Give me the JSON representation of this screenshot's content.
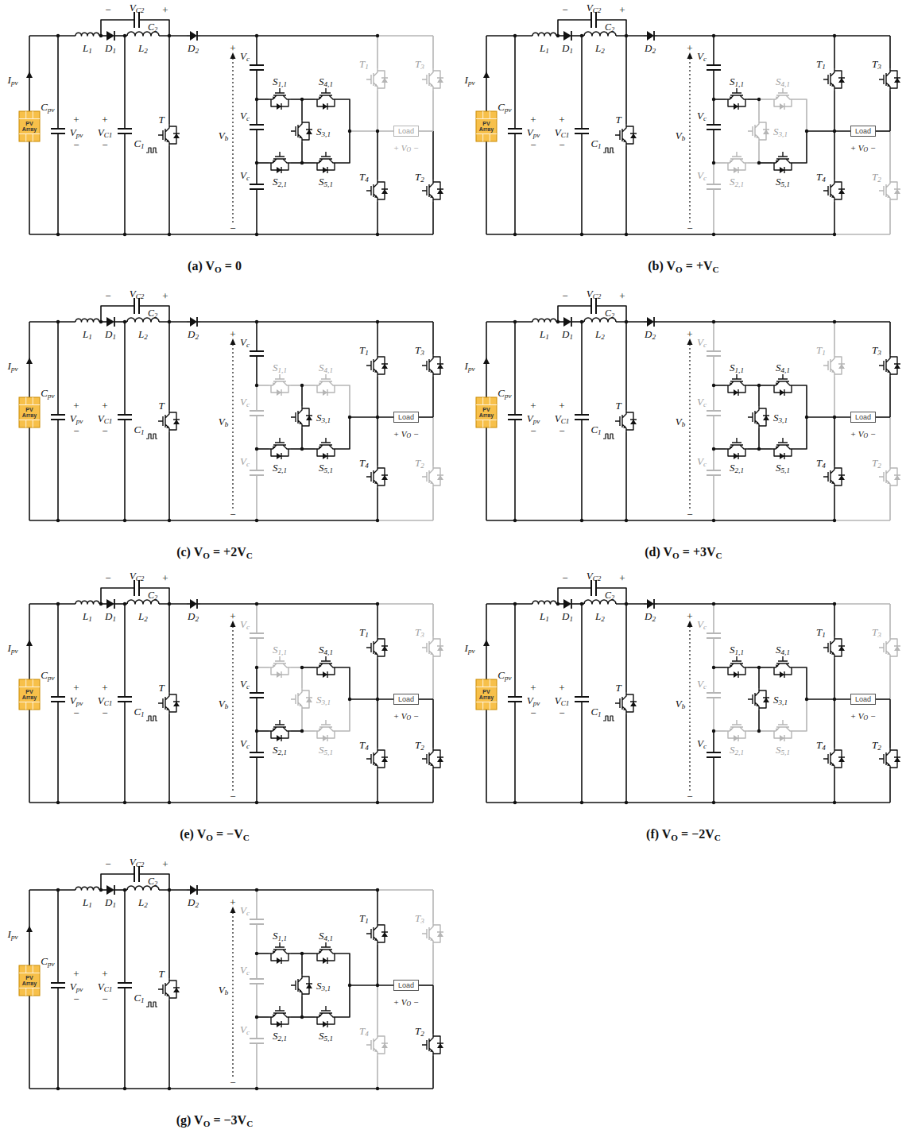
{
  "diagram": {
    "nodes": [
      {
        "text": [
          "Load"
        ]
      },
      {
        "text": [
          "Load"
        ]
      },
      {
        "text": [
          "Load"
        ]
      },
      {
        "text": [
          "Load"
        ]
      },
      {
        "text": [
          "Load"
        ]
      },
      {
        "text": [
          "Load"
        ]
      },
      {
        "text": [
          "Load"
        ]
      }
    ],
    "labels": [
      "−",
      "VC2",
      "+",
      "C2",
      "L1",
      "D1",
      "L2",
      "D2",
      "Ipv",
      "Cpv",
      "+",
      "Vpv",
      "−",
      "+",
      "VC1",
      "−",
      "C1",
      "T",
      "PV Array",
      "+",
      "Vb",
      "−",
      "Vc",
      "Vc",
      "Vc",
      "S1,1",
      "S4,1",
      "S3,1",
      "S2,1",
      "S5,1",
      "T1",
      "T3",
      "T4",
      "T2",
      "+ VO −",
      "(a) VO = 0",
      "−",
      "VC2",
      "+",
      "C2",
      "L1",
      "D1",
      "L2",
      "D2",
      "Ipv",
      "Cpv",
      "+",
      "Vpv",
      "−",
      "+",
      "VC1",
      "−",
      "C1",
      "T",
      "PV Array",
      "+",
      "Vb",
      "−",
      "Vc",
      "Vc",
      "Vc",
      "S1,1",
      "S4,1",
      "S3,1",
      "S2,1",
      "S5,1",
      "T1",
      "T3",
      "T4",
      "T2",
      "+ VO −",
      "(b) VO = +VC",
      "−",
      "VC2",
      "+",
      "C2",
      "L1",
      "D1",
      "L2",
      "D2",
      "Ipv",
      "Cpv",
      "+",
      "Vpv",
      "−",
      "+",
      "VC1",
      "−",
      "C1",
      "T",
      "PV Array",
      "+",
      "Vb",
      "−",
      "Vc",
      "Vc",
      "Vc",
      "S1,1",
      "S4,1",
      "S3,1",
      "S2,1",
      "S5,1",
      "T1",
      "T3",
      "T4",
      "T2",
      "+ VO −",
      "(c) VO = +2VC",
      "−",
      "VC2",
      "+",
      "C2",
      "L1",
      "D1",
      "L2",
      "D2",
      "Ipv",
      "Cpv",
      "+",
      "Vpv",
      "−",
      "+",
      "VC1",
      "−",
      "C1",
      "T",
      "PV Array",
      "+",
      "Vb",
      "−",
      "Vc",
      "Vc",
      "Vc",
      "S1,1",
      "S4,1",
      "S3,1",
      "S2,1",
      "S5,1",
      "T1",
      "T3",
      "T4",
      "T2",
      "+ VO −",
      "(d) VO = +3VC",
      "−",
      "VC2",
      "+",
      "C2",
      "L1",
      "D1",
      "L2",
      "D2",
      "Ipv",
      "Cpv",
      "+",
      "Vpv",
      "−",
      "+",
      "VC1",
      "−",
      "C1",
      "T",
      "PV Array",
      "+",
      "Vb",
      "−",
      "Vc",
      "Vc",
      "Vc",
      "S1,1",
      "S4,1",
      "S3,1",
      "S2,1",
      "S5,1",
      "T1",
      "T3",
      "T4",
      "T2",
      "+ VO −",
      "(e) VO = −VC",
      "−",
      "VC2",
      "+",
      "C2",
      "L1",
      "D1",
      "L2",
      "D2",
      "Ipv",
      "Cpv",
      "+",
      "Vpv",
      "−",
      "+",
      "VC1",
      "−",
      "C1",
      "T",
      "PV Array",
      "+",
      "Vb",
      "−",
      "Vc",
      "Vc",
      "Vc",
      "S1,1",
      "S4,1",
      "S3,1",
      "S2,1",
      "S5,1",
      "T1",
      "T3",
      "T4",
      "T2",
      "+ VO −",
      "(f) VO = −2VC",
      "−",
      "VC2",
      "+",
      "C2",
      "L1",
      "D1",
      "L2",
      "D2",
      "Ipv",
      "Cpv",
      "+",
      "Vpv",
      "−",
      "+",
      "VC1",
      "−",
      "C1",
      "T",
      "PV Array",
      "+",
      "Vb",
      "−",
      "Vc",
      "Vc",
      "Vc",
      "S1,1",
      "S4,1",
      "S3,1",
      "S2,1",
      "S5,1",
      "T1",
      "T3",
      "T4",
      "T2",
      "+ VO −",
      "(g) VO = −3VC"
    ]
  }
}
